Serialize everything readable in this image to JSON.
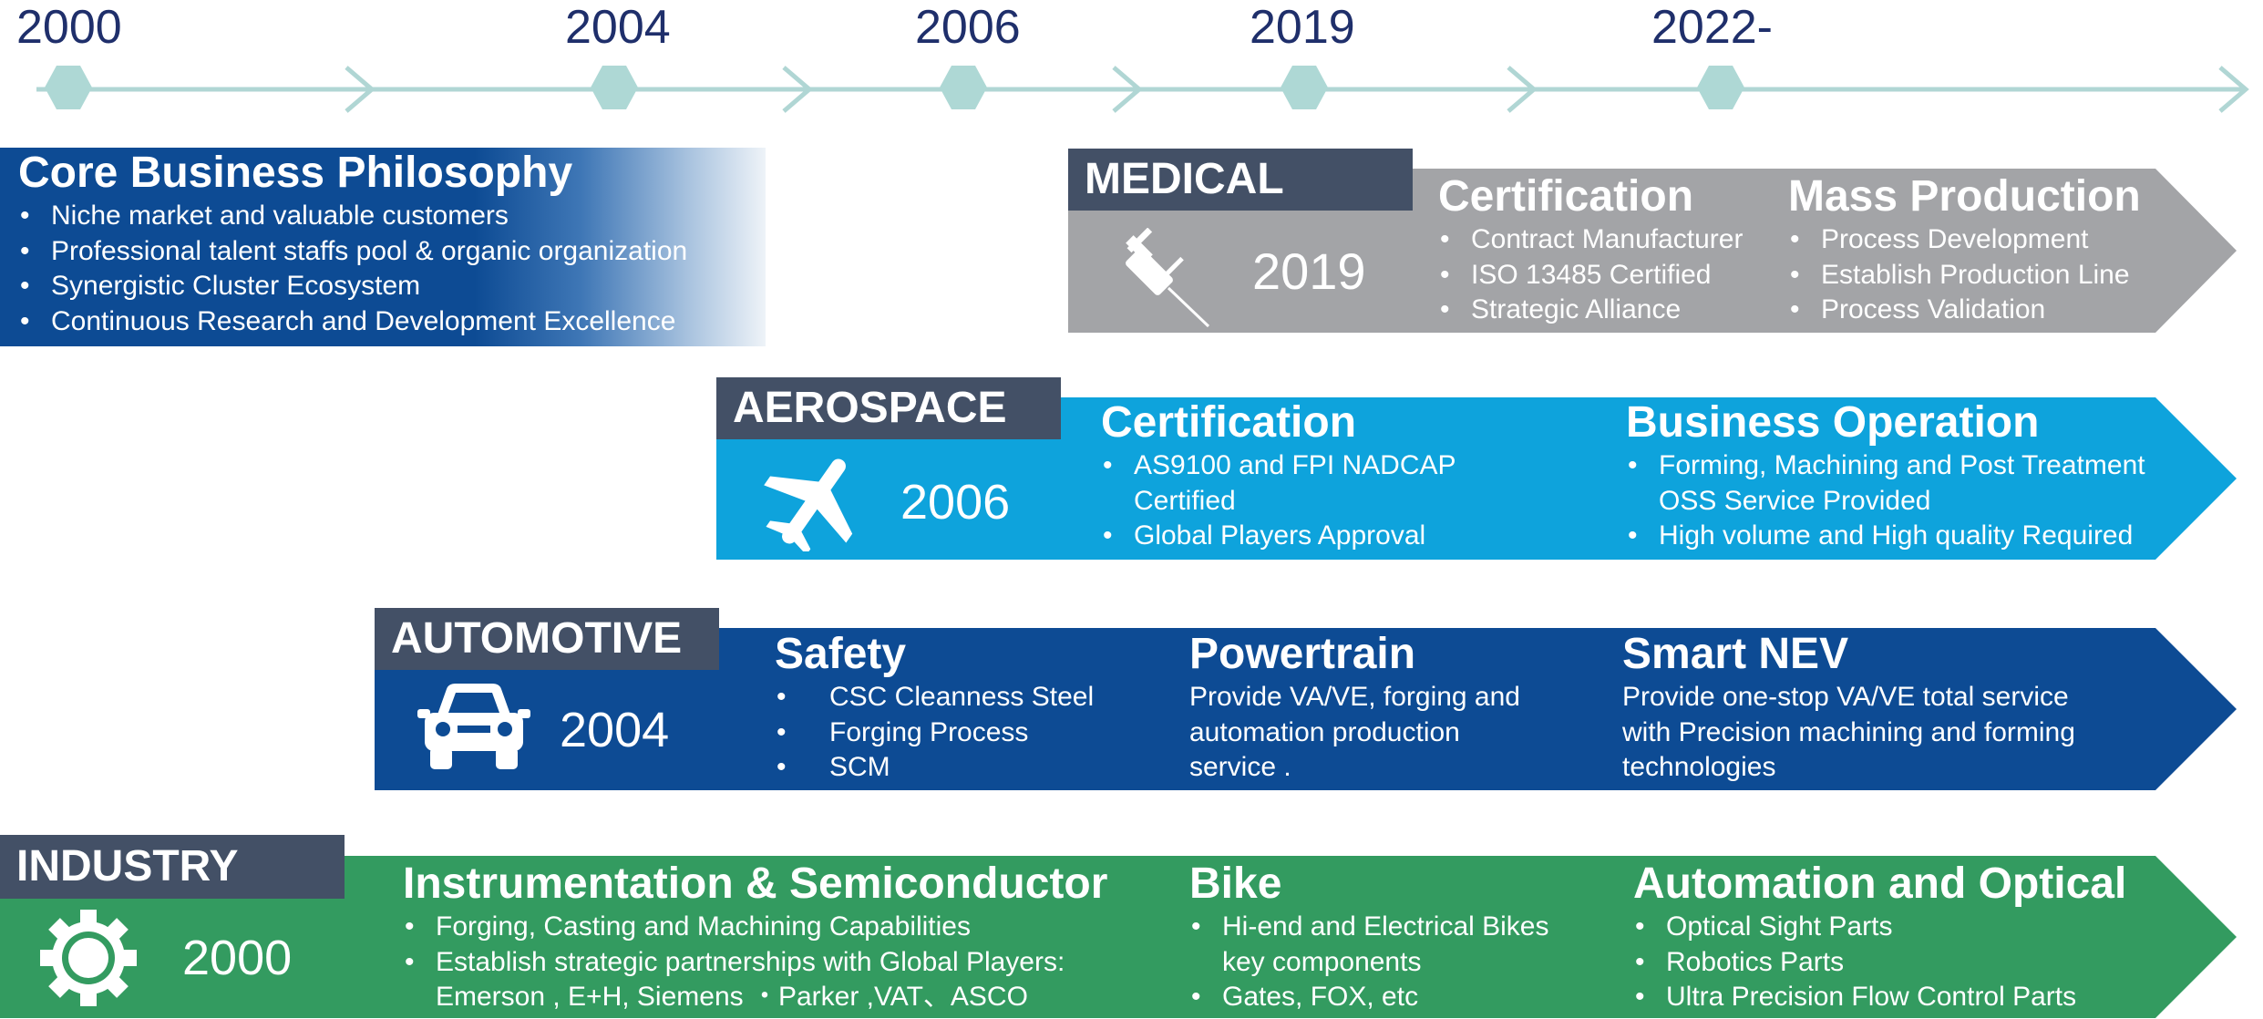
{
  "timeline": {
    "years": [
      "2000",
      "2004",
      "2006",
      "2019",
      "2022-"
    ],
    "colors": {
      "line": "#b0d6d4",
      "node": "#aed8d5"
    }
  },
  "core": {
    "title": "Core Business Philosophy",
    "items": [
      "Niche market and valuable customers",
      "Professional talent staffs pool & organic organization",
      "Synergistic  Cluster  Ecosystem",
      "Continuous Research and Development Excellence"
    ]
  },
  "medical": {
    "tag": "MEDICAL",
    "year": "2019",
    "icon": "syringe-icon",
    "color": "#a3a4a7",
    "col1": {
      "title": "Certification",
      "items": [
        "Contract Manufacturer",
        "ISO 13485 Certified",
        "Strategic Alliance"
      ]
    },
    "col2": {
      "title": "Mass Production",
      "items": [
        "Process Development",
        "Establish Production Line",
        "Process Validation"
      ]
    }
  },
  "aerospace": {
    "tag": "AEROSPACE",
    "year": "2006",
    "icon": "airplane-icon",
    "color": "#0ea3dc",
    "col1": {
      "title": "Certification",
      "items": [
        [
          "AS9100 and FPI  NADCAP",
          "Certified"
        ],
        [
          "Global Players Approval"
        ]
      ]
    },
    "col2": {
      "title": "Business Operation",
      "items": [
        [
          "Forming, Machining and Post Treatment",
          "OSS Service Provided"
        ],
        [
          "High volume and High quality Required"
        ]
      ]
    }
  },
  "automotive": {
    "tag": "AUTOMOTIVE",
    "year": "2004",
    "icon": "car-icon",
    "color": "#0d4b94",
    "col1": {
      "title": "Safety",
      "items": [
        "CSC Cleanness Steel",
        "Forging Process",
        "SCM"
      ]
    },
    "col2": {
      "title": "Powertrain",
      "text": [
        "Provide VA/VE, forging and",
        "automation production",
        "service ."
      ]
    },
    "col3": {
      "title": "Smart NEV",
      "text": [
        "Provide one-stop VA/VE total service",
        "with Precision machining and forming",
        "technologies"
      ]
    }
  },
  "industry": {
    "tag": "INDUSTRY",
    "year": "2000",
    "icon": "gear-icon",
    "color": "#339b60",
    "col1": {
      "title": "Instrumentation & Semiconductor",
      "items": [
        [
          "Forging, Casting and Machining Capabilities"
        ],
        [
          "Establish strategic partnerships with Global Players:",
          "Emerson , E+H, Siemens  ・Parker ,VAT、ASCO"
        ]
      ]
    },
    "col2": {
      "title": "Bike",
      "items": [
        [
          "Hi-end and Electrical Bikes",
          "key components"
        ],
        [
          "Gates, FOX, etc"
        ]
      ]
    },
    "col3": {
      "title": "Automation and Optical",
      "items": [
        [
          "Optical Sight Parts"
        ],
        [
          "Robotics Parts"
        ],
        [
          "Ultra Precision Flow Control Parts"
        ]
      ]
    }
  },
  "tag_color": "#435066"
}
